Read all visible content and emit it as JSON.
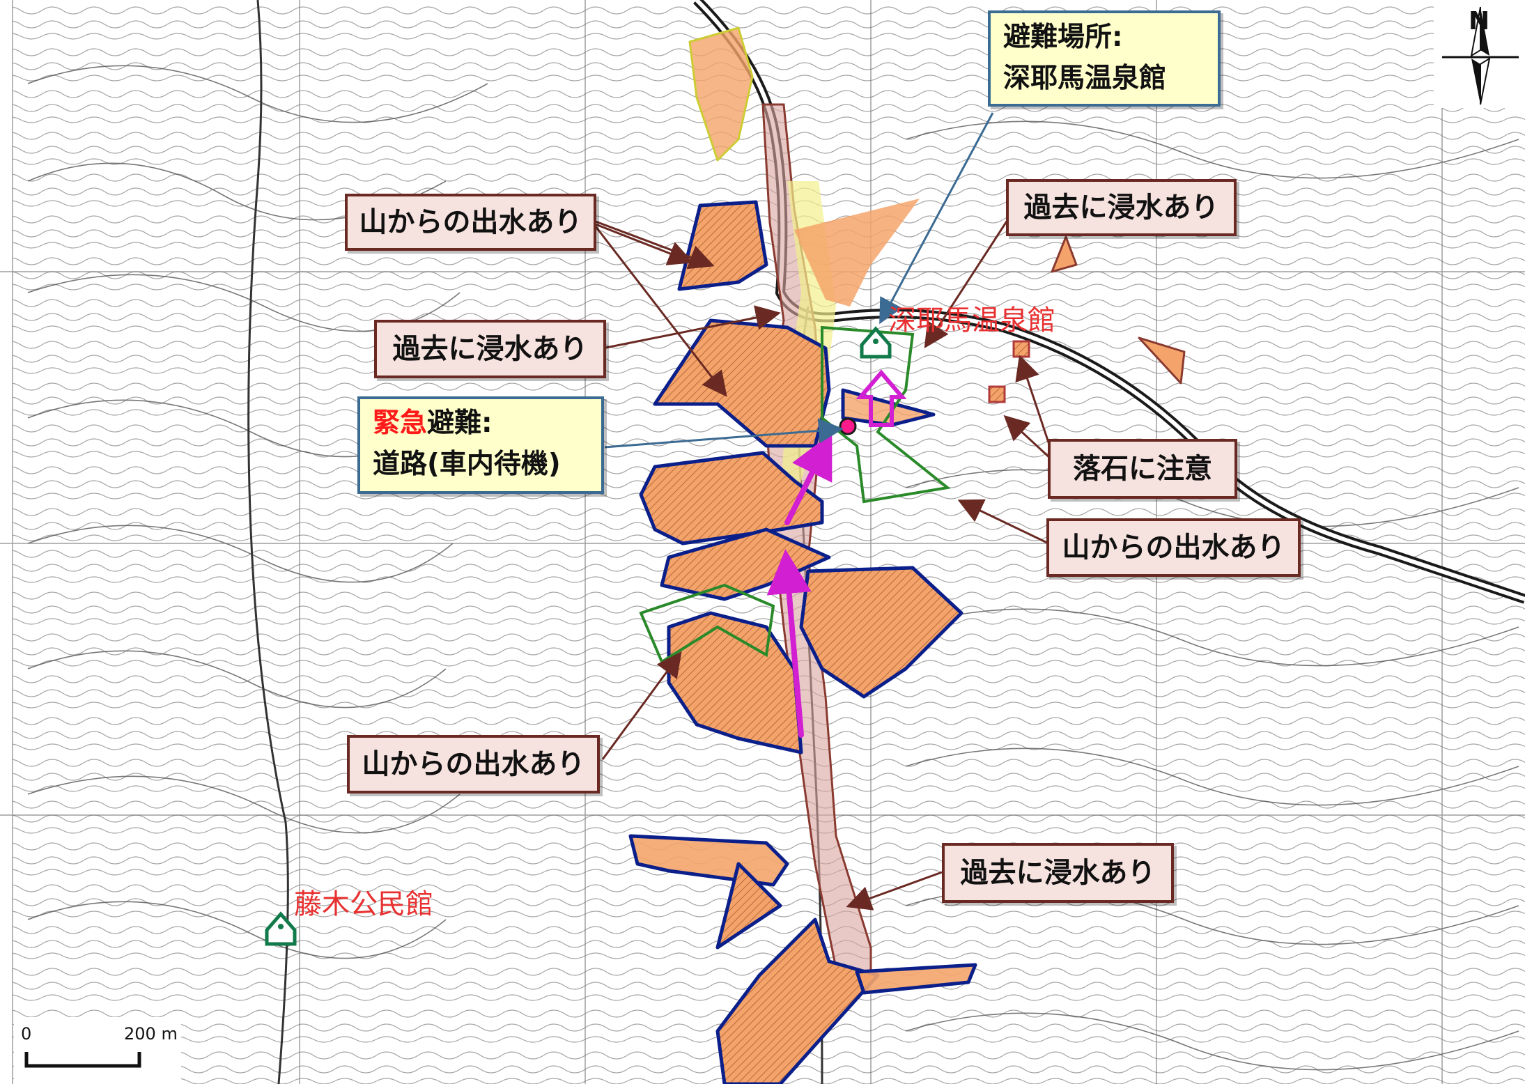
{
  "evacuation_site": {
    "line1": "避難場所:",
    "line2": "深耶馬温泉館"
  },
  "emergency": {
    "prefix": "緊急",
    "suffix": "避難:",
    "line2": "道路(車内待機)"
  },
  "callouts": {
    "mountain_water_1": "山からの出水あり",
    "past_flood_1": "過去に浸水あり",
    "past_flood_2": "過去に浸水あり",
    "rockfall": "落石に注意",
    "mountain_water_2": "山からの出水あり",
    "mountain_water_3": "山からの出水あり",
    "past_flood_3": "過去に浸水あり"
  },
  "shelters": {
    "main": "深耶馬温泉館",
    "secondary": "藤木公民館"
  },
  "scale": {
    "zero": "0",
    "end": "200 m"
  },
  "compass": {
    "north": "N"
  },
  "colors": {
    "hazard_fill": "#f4a46a",
    "hazard_outline": "#0b1f8a",
    "flood_zone": "#d9a5a0",
    "evacuation_route": "#d21fd2",
    "shelter_icon": "#117a4a",
    "callout_border": "#6a2a23",
    "info_border": "#3b6a92"
  }
}
